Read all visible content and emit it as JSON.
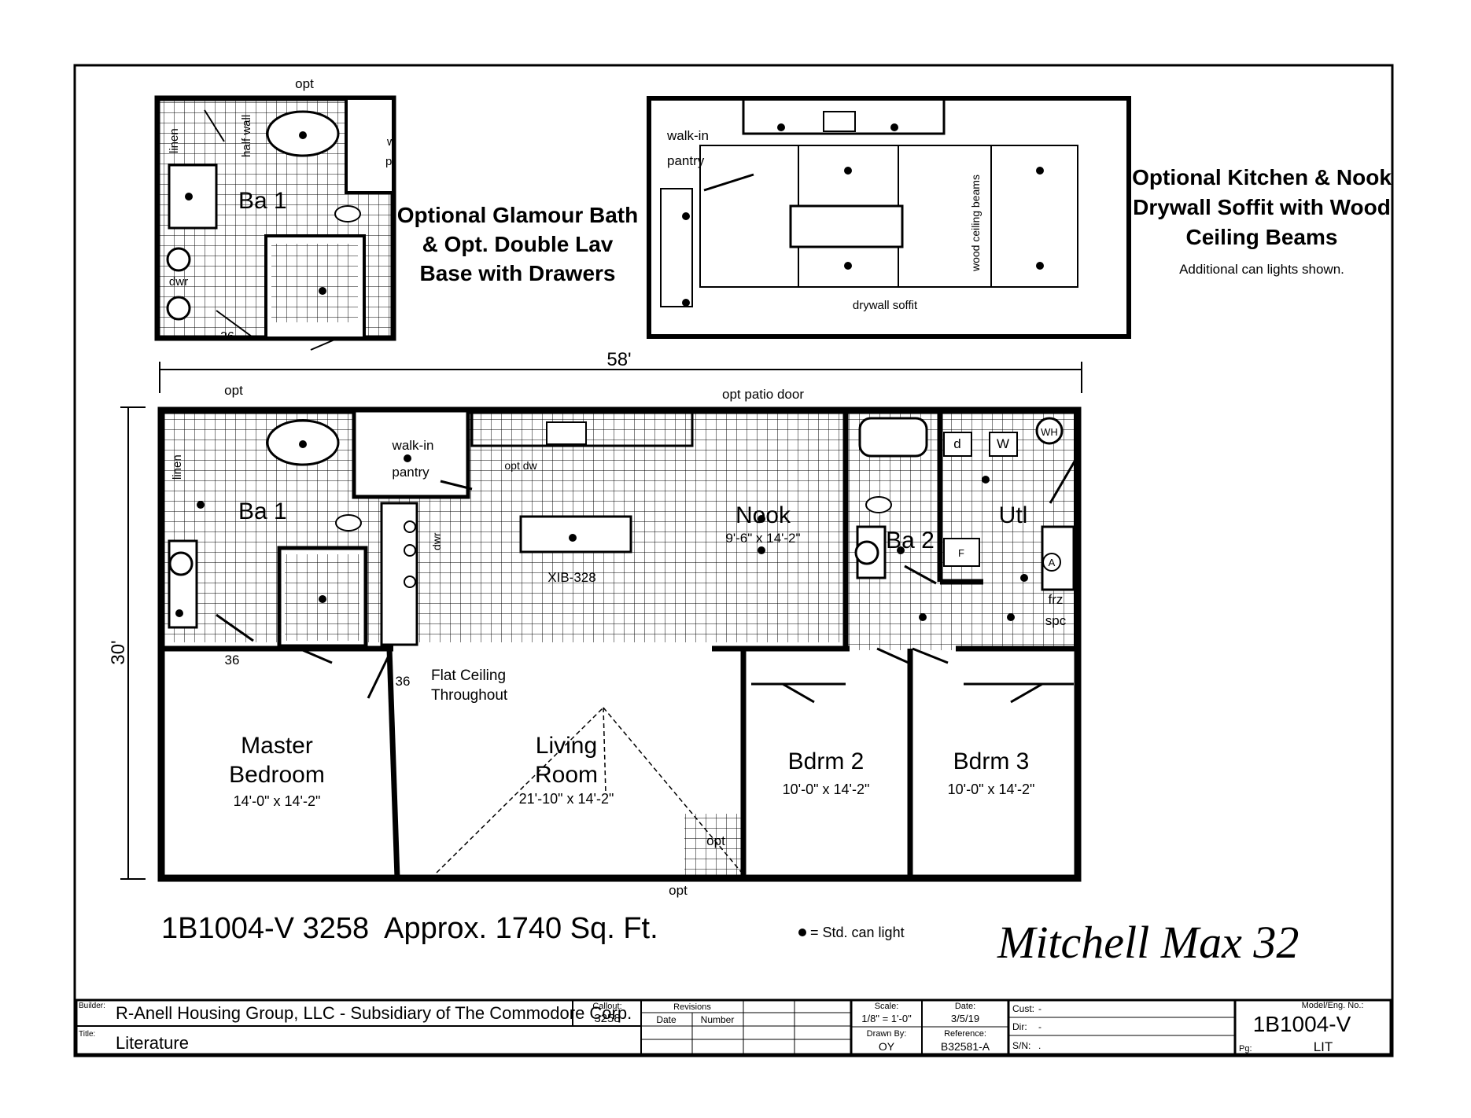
{
  "glamour_bath_inset": {
    "room": "Ba 1",
    "labels": {
      "opt": "opt",
      "linen": "linen",
      "half_wall": "half wall",
      "dwr": "dwr",
      "door_36": "36",
      "walk_in_pantry_partial": "w",
      "pantry_partial": "p"
    },
    "caption": [
      "Optional Glamour Bath",
      "& Opt. Double Lav",
      "Base with Drawers"
    ]
  },
  "kitchen_inset": {
    "labels": {
      "walk_in": "walk-in",
      "pantry": "pantry",
      "wood_ceiling_beams": "wood ceiling beams",
      "drywall_soffit": "drywall soffit"
    },
    "caption": [
      "Optional Kitchen & Nook",
      "Drywall Soffit with Wood",
      "Ceiling Beams"
    ],
    "note": "Additional can lights shown."
  },
  "dimensions": {
    "width": "58'",
    "depth": "30'"
  },
  "floor_plan": {
    "labels": {
      "opt_top": "opt",
      "opt_patio_door": "opt patio door",
      "linen": "linen",
      "ba1": "Ba 1",
      "walk_in": "walk-in",
      "pantry": "pantry",
      "opt_dw": "opt dw",
      "dwr": "dwr",
      "island": "XIB-328",
      "nook": "Nook",
      "nook_size": "9'-6\" x 14'-2\"",
      "ba2": "Ba 2",
      "utl": "Utl",
      "d": "d",
      "w": "W",
      "wh": "WH",
      "f": "F",
      "a": "A",
      "frz": "frz",
      "spc": "spc",
      "door_36_a": "36",
      "door_36_b": "36",
      "flat_ceiling_1": "Flat Ceiling",
      "flat_ceiling_2": "Throughout",
      "master_1": "Master",
      "master_2": "Bedroom",
      "master_size": "14'-0\" x 14'-2\"",
      "living_1": "Living",
      "living_2": "Room",
      "living_size": "21'-10\" x 14'-2\"",
      "bdrm2": "Bdrm 2",
      "bdrm2_size": "10'-0\" x 14'-2\"",
      "bdrm3": "Bdrm 3",
      "bdrm3_size": "10'-0\" x 14'-2\"",
      "opt_entry": "opt",
      "opt_bottom": "opt"
    }
  },
  "model_line": "1B1004-V 3258  Approx. 1740 Sq. Ft.",
  "legend": "= Std. can light",
  "brand": "Mitchell Max 32",
  "title_block": {
    "builder_label": "Builder:",
    "builder": "R-Anell Housing Group, LLC - Subsidiary of The Commodore Corp.",
    "title_label": "Title:",
    "title": "Literature",
    "callout_label": "Callout:",
    "callout": "3258",
    "revisions_label": "Revisions",
    "date_col": "Date",
    "number_col": "Number",
    "scale_label": "Scale:",
    "scale": "1/8\" = 1'-0\"",
    "drawn_label": "Drawn By:",
    "drawn": "OY",
    "date_label": "Date:",
    "date": "3/5/19",
    "reference_label": "Reference:",
    "reference": "B32581-A",
    "cust_label": "Cust:",
    "cust": "-",
    "dir_label": "Dir:",
    "dir": "-",
    "sn_label": "S/N:",
    "sn": ".",
    "model_label": "Model/Eng. No.:",
    "model": "1B1004-V",
    "pg_label": "Pg:",
    "pg": "LIT"
  }
}
